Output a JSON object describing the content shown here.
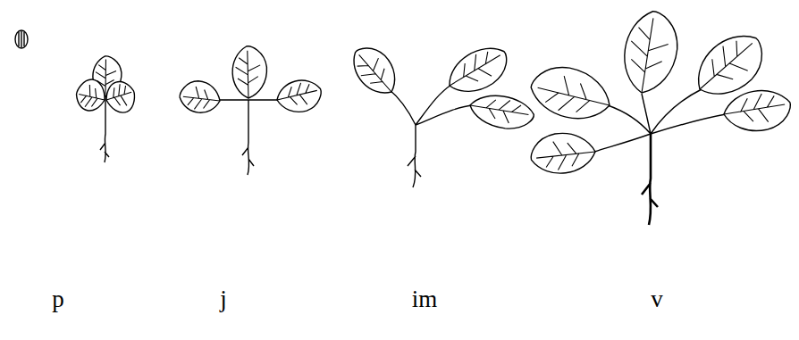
{
  "diagram": {
    "labels": [
      "p",
      "j",
      "im",
      "v"
    ]
  }
}
